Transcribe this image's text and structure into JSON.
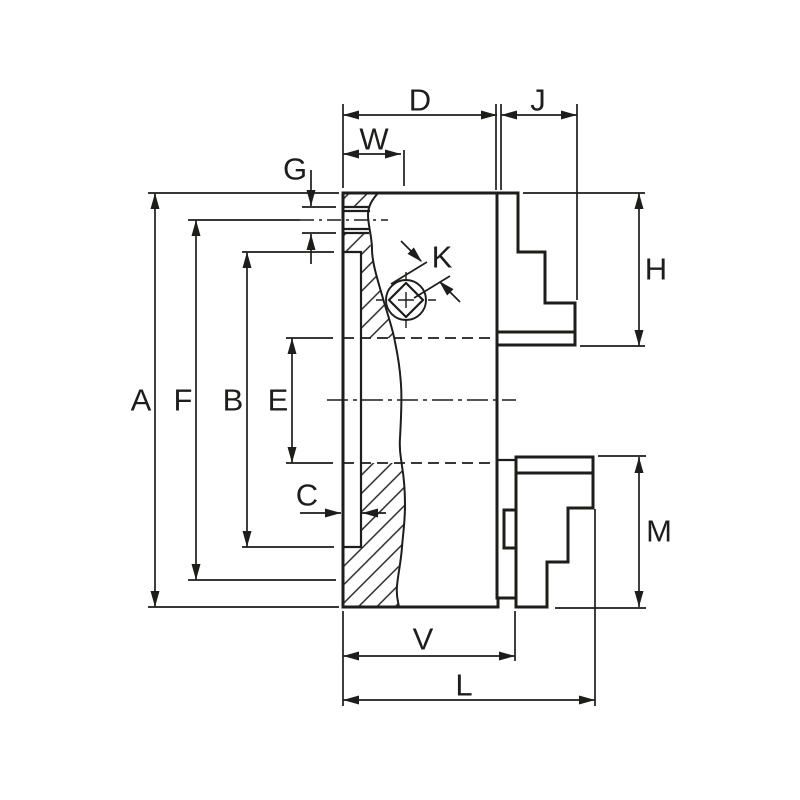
{
  "drawing": {
    "description": "Technical cross-section dimensional drawing of a lathe chuck with stepped jaws",
    "background_color": "#ffffff",
    "line_color": "#1d1d1b"
  },
  "labels": {
    "a": "A",
    "f": "F",
    "b": "B",
    "e": "E",
    "g": "G",
    "c": "C",
    "w": "W",
    "d": "D",
    "j": "J",
    "k": "K",
    "h": "H",
    "m": "M",
    "v": "V",
    "l": "L"
  }
}
